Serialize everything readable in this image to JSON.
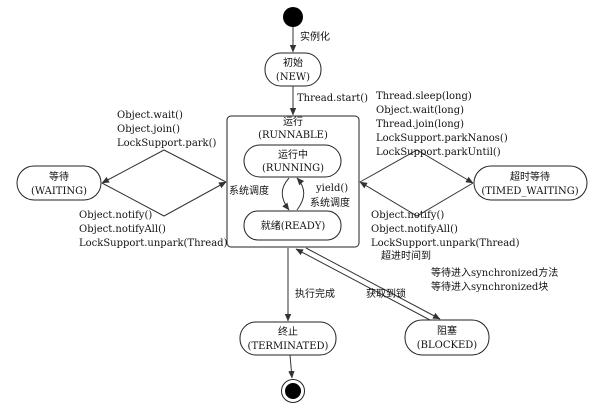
{
  "states": {
    "new": {
      "zh": "初始",
      "en": "(NEW)"
    },
    "runnable": {
      "zh": "运行",
      "en": "(RUNNABLE)"
    },
    "running": {
      "zh": "运行中",
      "en": "(RUNNING)"
    },
    "ready": {
      "zh": "就绪(READY)"
    },
    "waiting": {
      "zh": "等待",
      "en": "(WAITING)"
    },
    "timed_waiting": {
      "zh": "超时等待",
      "en": "(TIMED_WAITING)"
    },
    "terminated": {
      "zh": "终止",
      "en": "(TERMINATED)"
    },
    "blocked": {
      "zh": "阻塞",
      "en": "(BLOCKED)"
    }
  },
  "transitions": {
    "instantiate": "实例化",
    "start": "Thread.start()",
    "to_waiting": [
      "Object.wait()",
      "Object.join()",
      "LockSupport.park()"
    ],
    "from_waiting": [
      "Object.notify()",
      "Object.notifyAll()",
      "LockSupport.unpark(Thread)"
    ],
    "to_timed": [
      "Thread.sleep(long)",
      "Object.wait(long)",
      "Thread.join(long)",
      "LockSupport.parkNanos()",
      "LockSupport.parkUntil()"
    ],
    "from_timed": [
      "Object.notify()",
      "Object.notifyAll()",
      "LockSupport.unpark(Thread)"
    ],
    "timeout": "超进时间到",
    "scheduler_left": "系统调度",
    "yield": "yield()",
    "scheduler_right": "系统调度",
    "finish": "执行完成",
    "acquire_lock": "获取到锁",
    "wait_sync": [
      "等待进入synchronized方法",
      "等待进入synchronized块"
    ]
  }
}
